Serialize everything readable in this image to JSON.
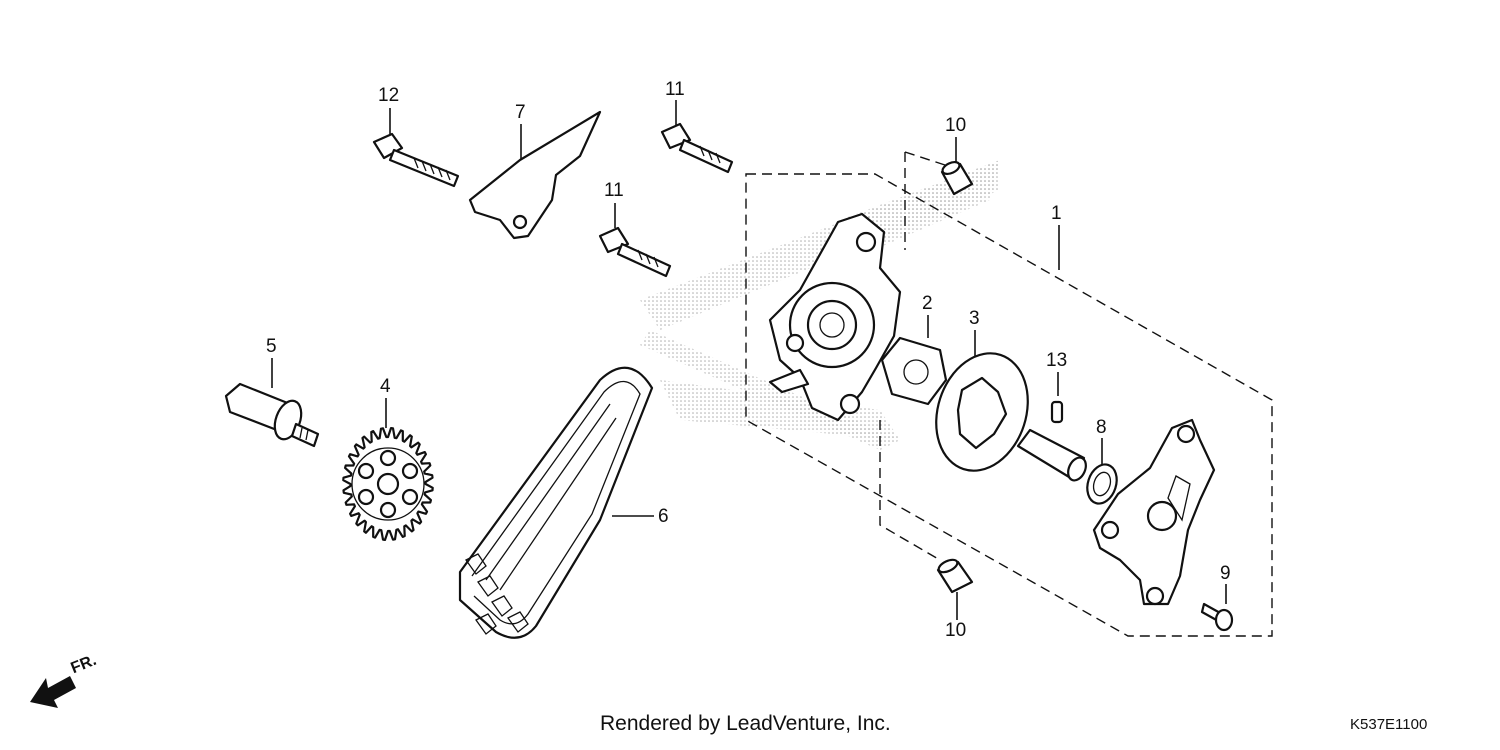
{
  "callouts": [
    {
      "id": "1",
      "label": "1"
    },
    {
      "id": "2",
      "label": "2"
    },
    {
      "id": "3",
      "label": "3"
    },
    {
      "id": "4",
      "label": "4"
    },
    {
      "id": "5",
      "label": "5"
    },
    {
      "id": "6",
      "label": "6"
    },
    {
      "id": "7",
      "label": "7"
    },
    {
      "id": "8",
      "label": "8"
    },
    {
      "id": "9",
      "label": "9"
    },
    {
      "id": "10a",
      "label": "10"
    },
    {
      "id": "10b",
      "label": "10"
    },
    {
      "id": "11a",
      "label": "11"
    },
    {
      "id": "11b",
      "label": "11"
    },
    {
      "id": "12",
      "label": "12"
    },
    {
      "id": "13",
      "label": "13"
    }
  ],
  "front_indicator": "FR.",
  "footer": {
    "credit": "Rendered by LeadVenture, Inc.",
    "code": "K537E1100"
  }
}
